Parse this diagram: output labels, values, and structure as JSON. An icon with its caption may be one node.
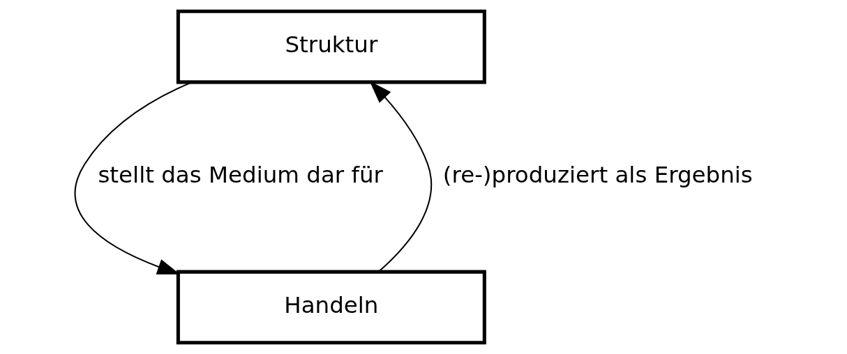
{
  "diagram": {
    "nodes": [
      {
        "text": [
          "Struktur"
        ]
      },
      {
        "text": [
          "Handeln"
        ]
      }
    ],
    "edges": [
      {
        "from": 0,
        "to": 1,
        "arrow": "to",
        "label": "stellt das Medium dar für"
      },
      {
        "from": 1,
        "to": 0,
        "arrow": "to",
        "label": "(re-)produziert als Ergebnis"
      }
    ]
  }
}
